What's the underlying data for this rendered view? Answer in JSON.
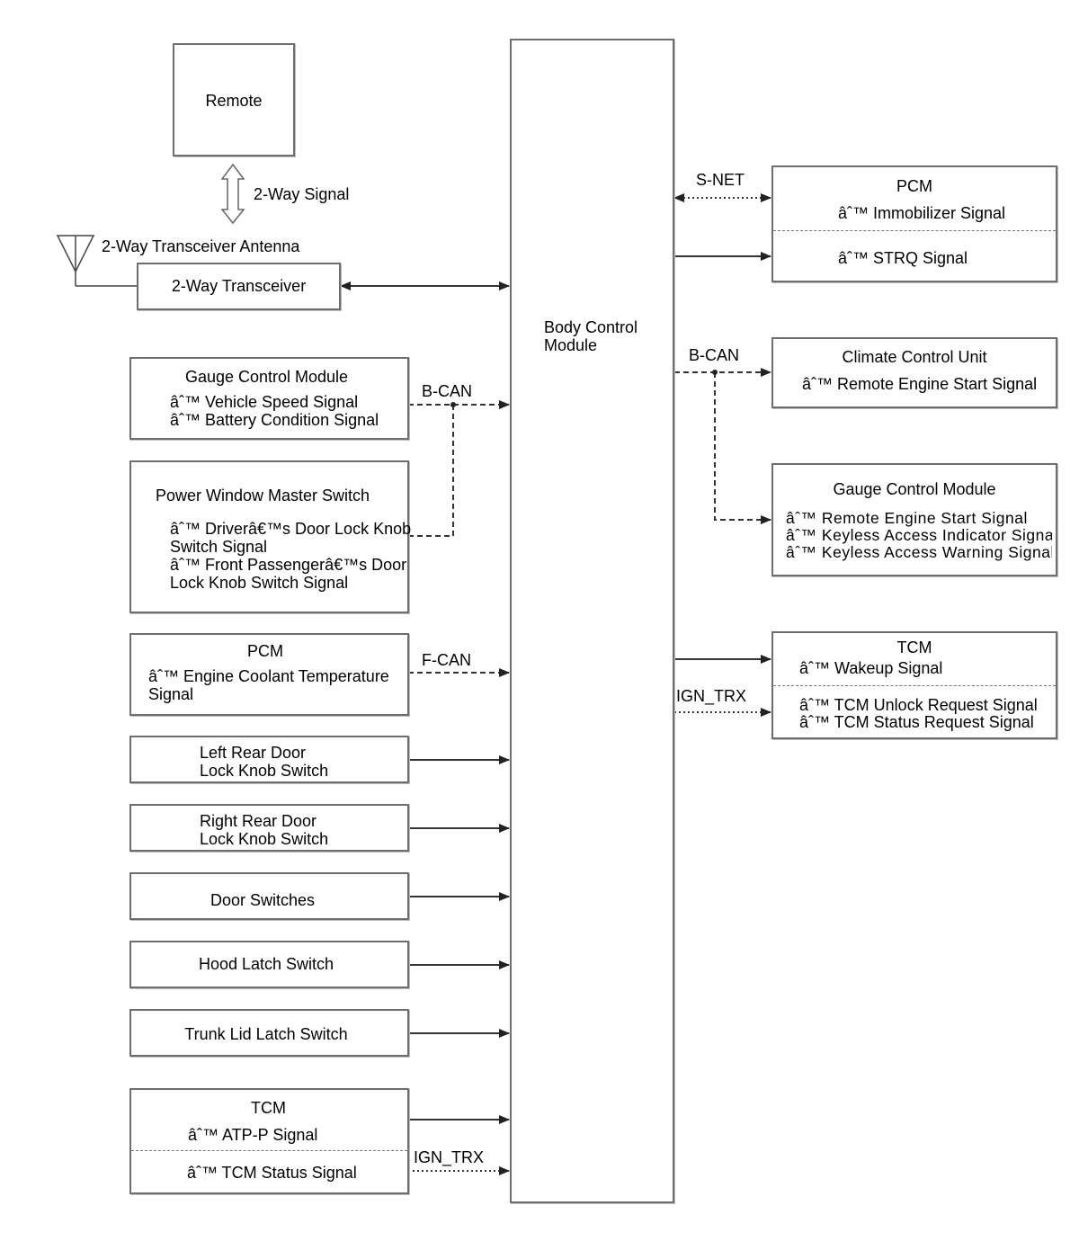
{
  "center": {
    "name": "Body Control\nModule"
  },
  "remote": {
    "title": "Remote",
    "link_label": "2-Way Signal"
  },
  "antenna": {
    "label": "2-Way Transceiver Antenna"
  },
  "transceiver": {
    "title": "2-Way Transceiver"
  },
  "left": {
    "gauge": {
      "title": "Gauge Control Module",
      "lines": [
        "âˆ™ Vehicle Speed Signal",
        "âˆ™ Battery Condition Signal"
      ],
      "bus": "B-CAN"
    },
    "pwms": {
      "title": "Power Window Master Switch",
      "lines": [
        "âˆ™ Driverâ€™s Door Lock Knob",
        "Switch Signal",
        "âˆ™ Front Passengerâ€™s Door",
        "Lock Knob Switch Signal"
      ]
    },
    "pcm": {
      "title": "PCM",
      "lines": [
        "âˆ™ Engine Coolant Temperature",
        "Signal"
      ],
      "bus": "F-CAN"
    },
    "lrdoor": {
      "lines": [
        "Left Rear Door",
        "Lock Knob Switch"
      ]
    },
    "rrdoor": {
      "lines": [
        "Right Rear Door",
        "Lock Knob Switch"
      ]
    },
    "doorsw": {
      "title": "Door Switches"
    },
    "hood": {
      "title": "Hood Latch Switch"
    },
    "trunk": {
      "title": "Trunk Lid Latch Switch"
    },
    "tcm": {
      "title": "TCM",
      "line1": "âˆ™ ATP-P Signal",
      "line2": "âˆ™ TCM Status Signal",
      "bus": "IGN_TRX"
    }
  },
  "right": {
    "pcm": {
      "title": "PCM",
      "line1": "âˆ™ Immobilizer Signal",
      "line2": "âˆ™ STRQ Signal",
      "bus": "S-NET"
    },
    "climate": {
      "title": "Climate Control Unit",
      "line1": "âˆ™ Remote Engine Start Signal",
      "bus": "B-CAN"
    },
    "gauge": {
      "title": "Gauge Control Module",
      "lines": [
        "âˆ™ Remote Engine Start Signal",
        "âˆ™ Keyless Access Indicator Signal",
        "âˆ™ Keyless Access Warning Signal"
      ]
    },
    "tcm": {
      "title": "TCM",
      "line1": "âˆ™ Wakeup Signal",
      "lines2": [
        "âˆ™ TCM Unlock Request Signal",
        "âˆ™ TCM Status Request Signal"
      ],
      "bus": "IGN_TRX"
    }
  }
}
